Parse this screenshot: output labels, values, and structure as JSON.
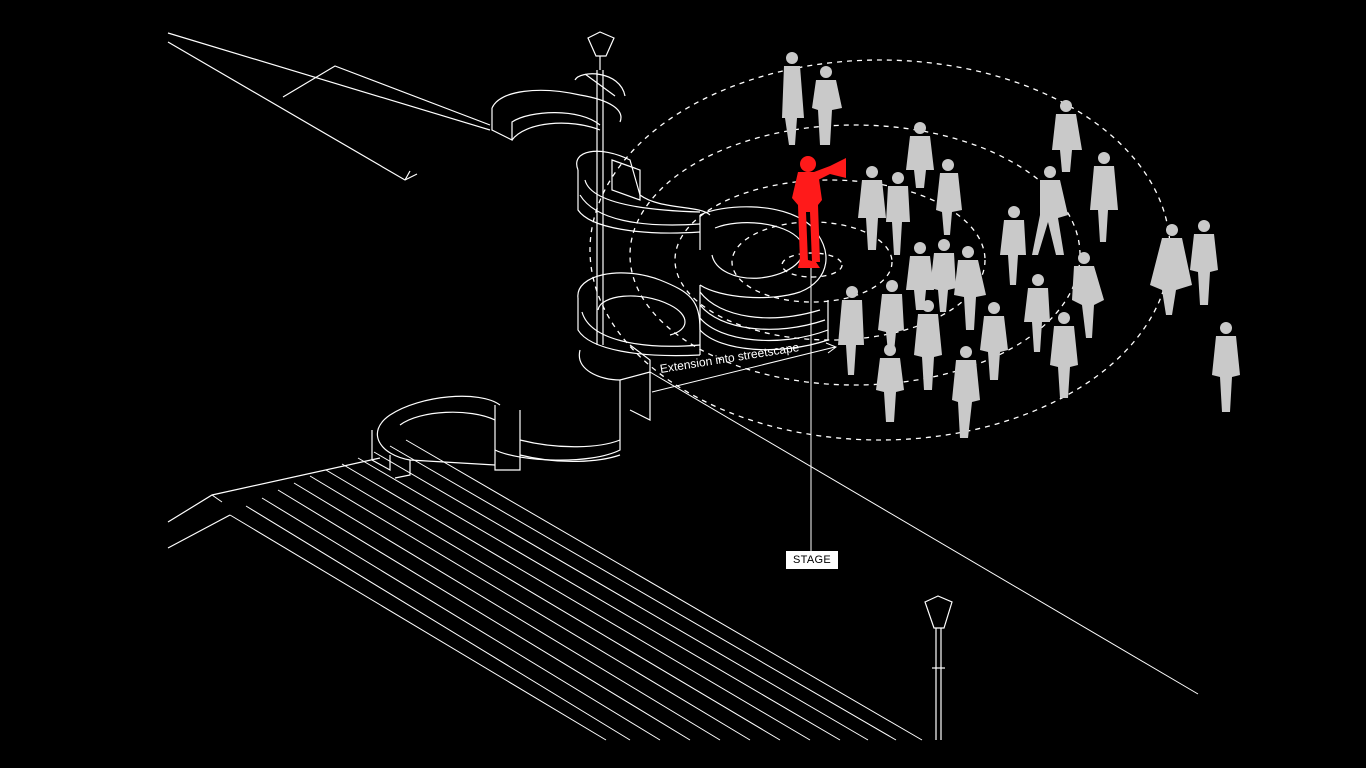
{
  "labels": {
    "stage": "STAGE",
    "extension": "Extension into streetscape"
  },
  "colors": {
    "background": "#000000",
    "linework": "#ffffff",
    "speaker": "#ff1a1a",
    "crowd": "#c9c9c9"
  },
  "icons": [
    "megaphone-speaker-figure",
    "street-lamp",
    "crowd-figure",
    "sound-wave-rings"
  ]
}
